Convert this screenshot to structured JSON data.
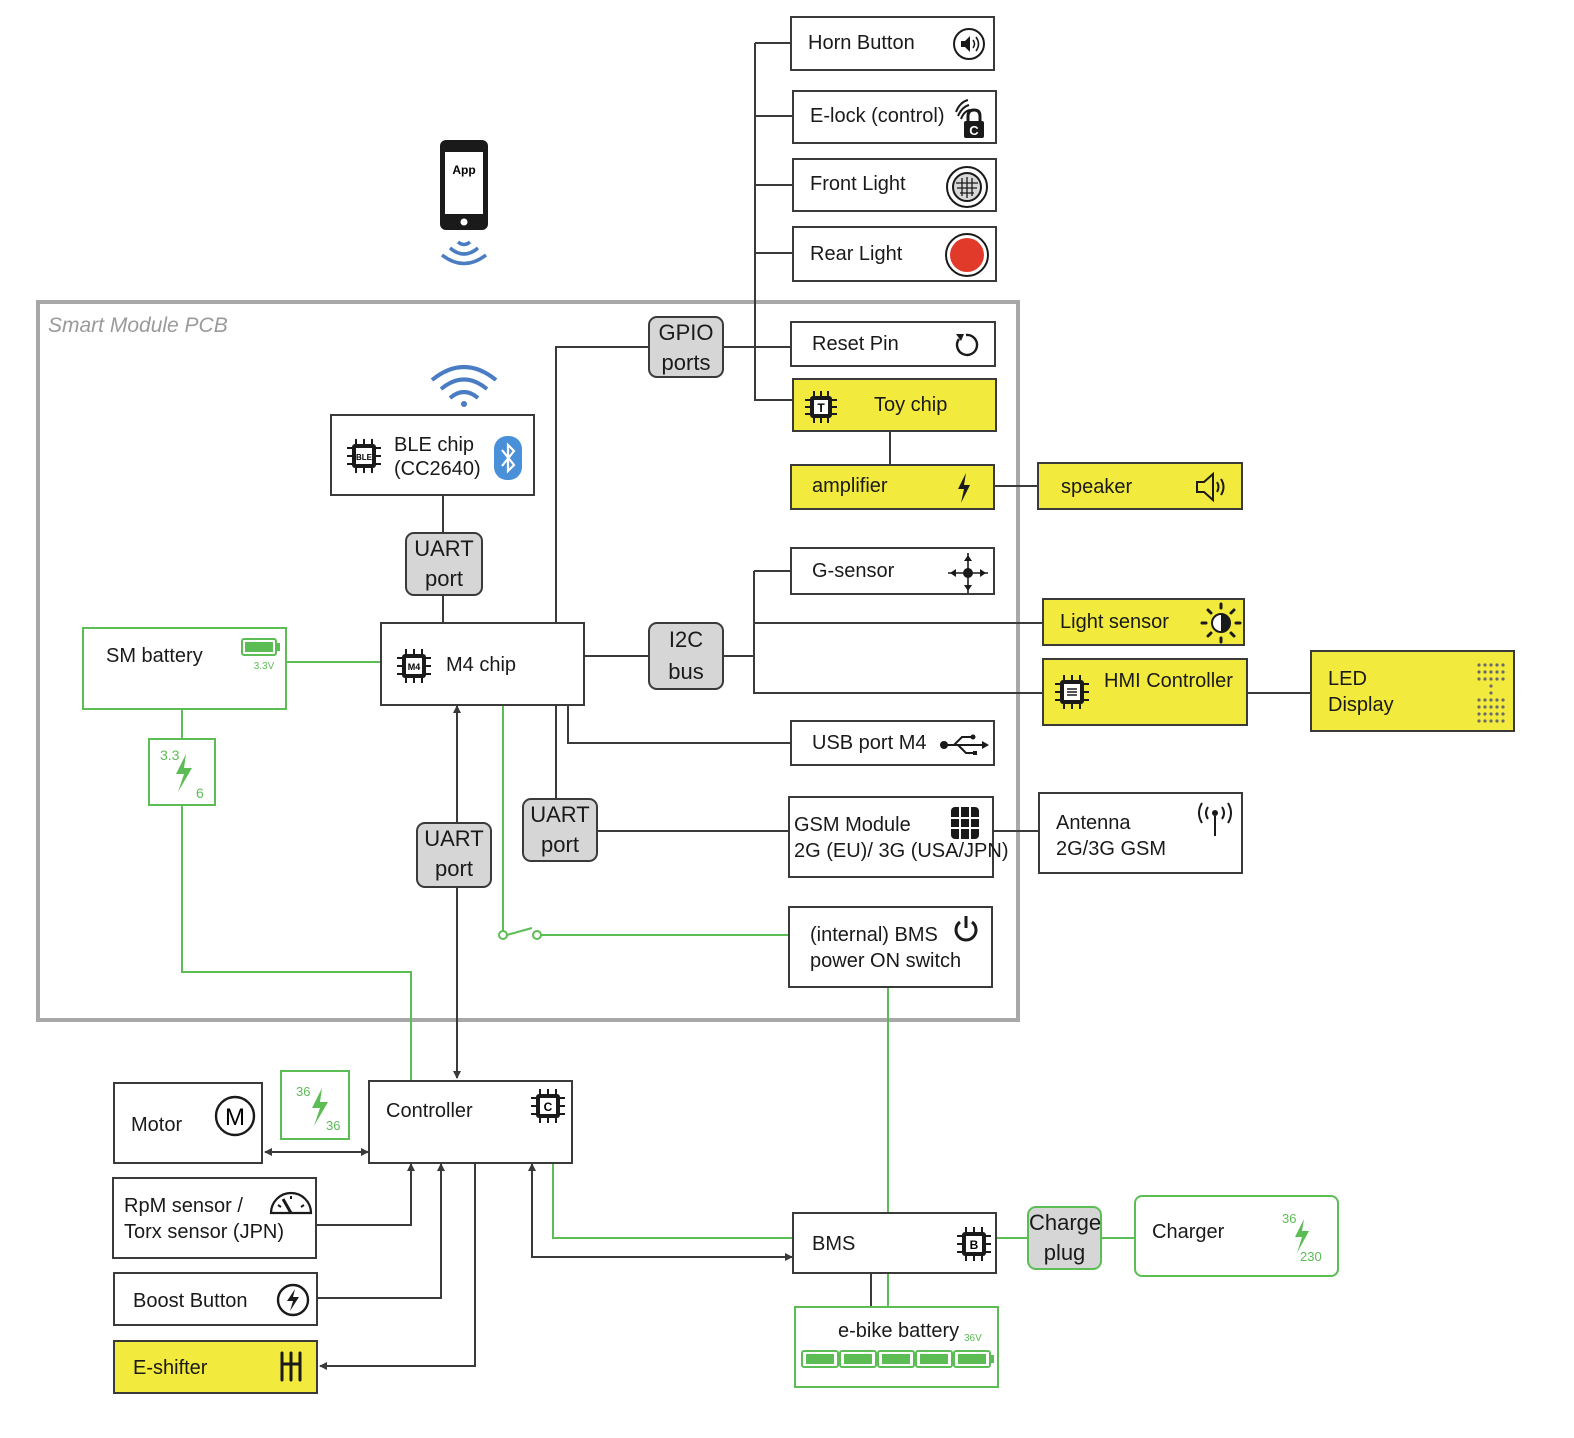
{
  "app": {
    "label": "App"
  },
  "pcb": {
    "title": "Smart Module PCB"
  },
  "peripherals": {
    "horn_button": "Horn  Button",
    "elock": "E-lock (control)",
    "elock_badge": "C",
    "front_light": "Front Light",
    "rear_light": "Rear Light",
    "reset_pin": "Reset Pin",
    "toy_chip": "Toy chip",
    "toy_badge": "T",
    "amplifier": "amplifier",
    "speaker": "speaker",
    "g_sensor": "G-sensor",
    "light_sensor": "Light sensor",
    "hmi_controller": "HMI Controller",
    "led_display_line1": "LED",
    "led_display_line2": "Display",
    "usb_port": "USB port M4",
    "gsm_line1": "GSM Module",
    "gsm_line2": "2G (EU)/ 3G (USA/JPN)",
    "antenna_line1": "Antenna",
    "antenna_line2": "2G/3G GSM",
    "bms_switch_line1": "(internal) BMS",
    "bms_switch_line2": "power ON switch"
  },
  "buses": {
    "gpio_line1": "GPIO",
    "gpio_line2": "ports",
    "i2c_line1": "I2C",
    "i2c_line2": "bus",
    "uart_line1": "UART",
    "uart_line2": "port"
  },
  "chips": {
    "ble_line1": "BLE chip",
    "ble_line2": "(CC2640)",
    "ble_badge": "BLE",
    "m4": "M4 chip",
    "m4_badge": "M4"
  },
  "power": {
    "sm_battery": "SM battery",
    "sm_battery_voltage": "3.3V",
    "conv_sm_in": "3.3",
    "conv_sm_out": "6",
    "conv_motor_in": "36",
    "conv_motor_out": "36",
    "ebike_battery": "e-bike battery",
    "ebike_battery_voltage": "36V",
    "charge_plug_line1": "Charge",
    "charge_plug_line2": "plug",
    "charger": "Charger",
    "charger_in": "36",
    "charger_out": "230"
  },
  "drive": {
    "motor": "Motor",
    "motor_badge": "M",
    "controller": "Controller",
    "controller_badge": "C",
    "rpm_line1": "RpM sensor /",
    "rpm_line2": "Torx sensor (JPN)",
    "boost_button": "Boost Button",
    "e_shifter": "E-shifter",
    "bms": "BMS",
    "bms_badge": "B"
  },
  "colors": {
    "highlight_yellow": "#f2ea3c",
    "power_green": "#5cbd55",
    "bus_grey": "#d6d6d6",
    "line_dark": "#3a3a3a",
    "rear_light_red": "#e23a2a",
    "bluetooth_blue": "#4a90d9"
  },
  "icons": [
    "phone-icon",
    "signal-waves-icon",
    "wifi-icon",
    "chip-icon",
    "bluetooth-icon",
    "speaker-icon",
    "lock-icon",
    "headlight-icon",
    "rear-light-icon",
    "reset-icon",
    "lightning-icon",
    "crosshair-icon",
    "sun-icon",
    "dot-matrix-icon",
    "usb-icon",
    "sim-icon",
    "antenna-icon",
    "power-icon",
    "battery-icon",
    "motor-icon",
    "gauge-icon",
    "boost-icon",
    "shifter-icon"
  ]
}
